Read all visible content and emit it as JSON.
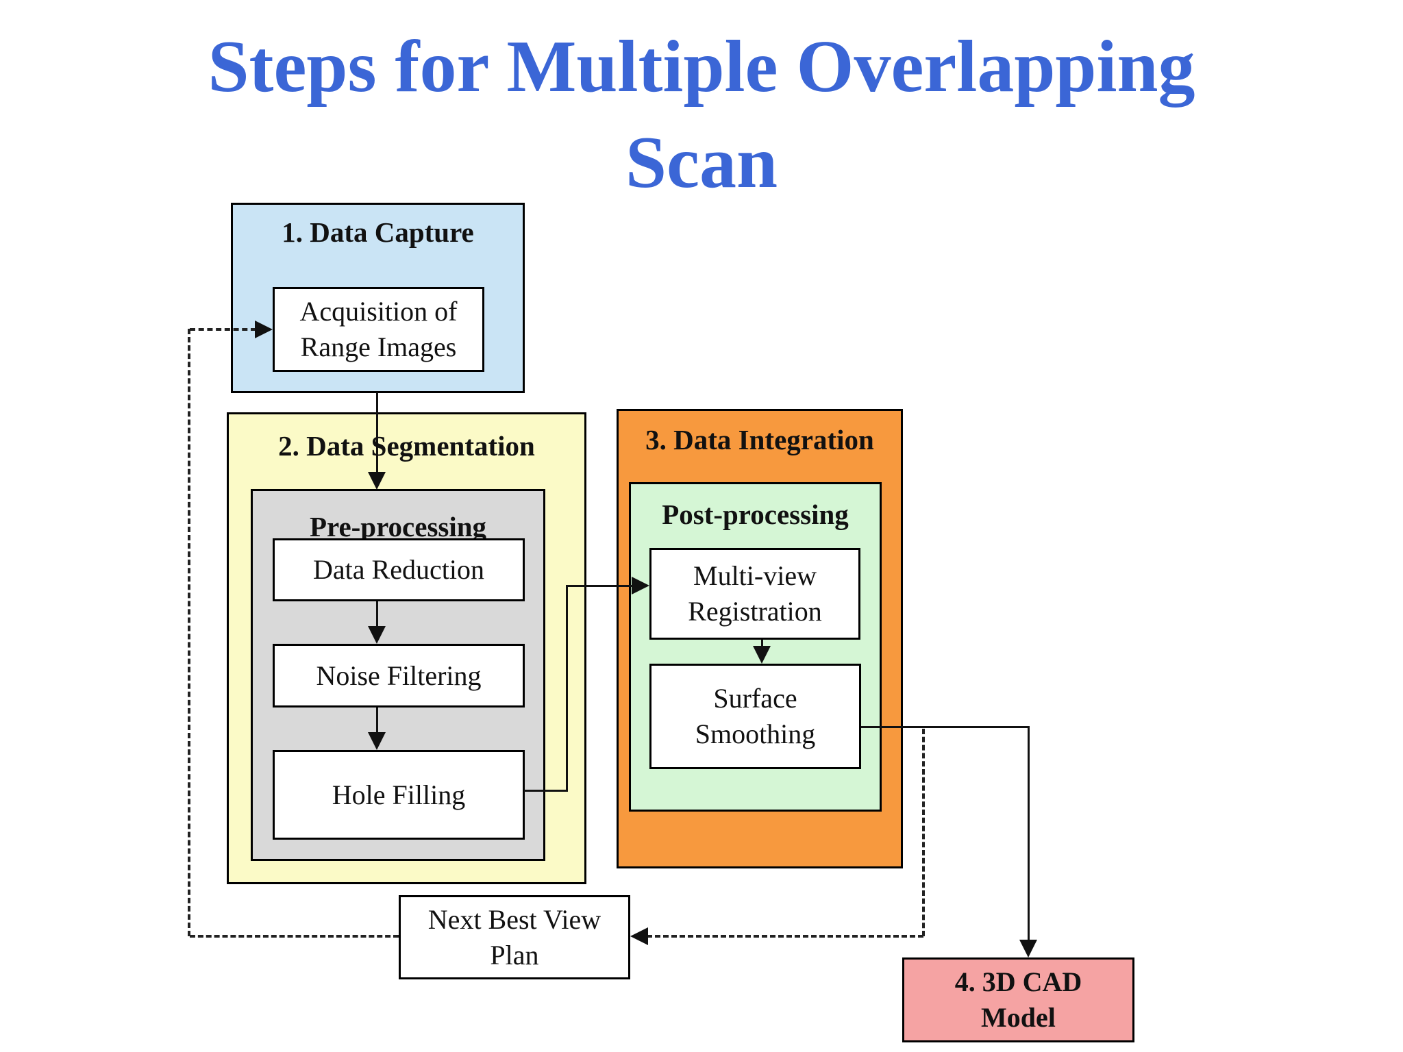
{
  "title": {
    "line1": "Steps for Multiple Overlapping",
    "line2": "Scan",
    "color": "#3b66d6"
  },
  "palette": {
    "capture_fill": "#cae4f5",
    "segmentation_fill": "#fbfac7",
    "preprocessing_fill": "#d9d9d9",
    "integration_fill": "#f7993e",
    "postprocessing_fill": "#d5f6d5",
    "cad_fill": "#f5a3a3",
    "box_border": "#000000",
    "connector_color": "#111111"
  },
  "boxes": {
    "data_capture": {
      "label": "1. Data Capture"
    },
    "acquisition": {
      "line1": "Acquisition of",
      "line2": "Range Images"
    },
    "data_segmentation": {
      "label": "2. Data Segmentation"
    },
    "pre_processing": {
      "label": "Pre-processing"
    },
    "data_reduction": {
      "label": "Data Reduction"
    },
    "noise_filtering": {
      "label": "Noise Filtering"
    },
    "hole_filling": {
      "label": "Hole Filling"
    },
    "data_integration": {
      "label": "3. Data Integration"
    },
    "post_processing": {
      "label": "Post-processing"
    },
    "multi_view": {
      "line1": "Multi-view",
      "line2": "Registration"
    },
    "surface_smoothing": {
      "line1": "Surface",
      "line2": "Smoothing"
    },
    "next_best_view": {
      "line1": "Next Best View",
      "line2": "Plan"
    },
    "cad_model": {
      "line1": "4. 3D CAD",
      "line2": "Model"
    }
  }
}
